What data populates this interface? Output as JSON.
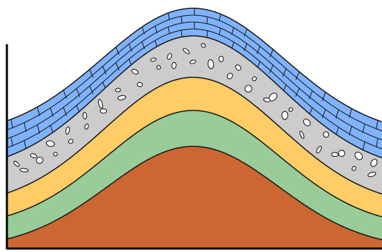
{
  "diagram": {
    "type": "geologic-cross-section",
    "structure": "anticline",
    "layers": [
      {
        "name": "base-layer",
        "color": "#cc6633",
        "pattern": "none"
      },
      {
        "name": "green-layer",
        "color": "#99cc99",
        "pattern": "none"
      },
      {
        "name": "yellow-layer",
        "color": "#ffcc66",
        "pattern": "none"
      },
      {
        "name": "pebble-layer",
        "color": "#cccccc",
        "pattern": "pebbles"
      },
      {
        "name": "brick-layer",
        "color": "#80b3ff",
        "pattern": "bricks"
      }
    ],
    "axis_color": "#000000"
  }
}
